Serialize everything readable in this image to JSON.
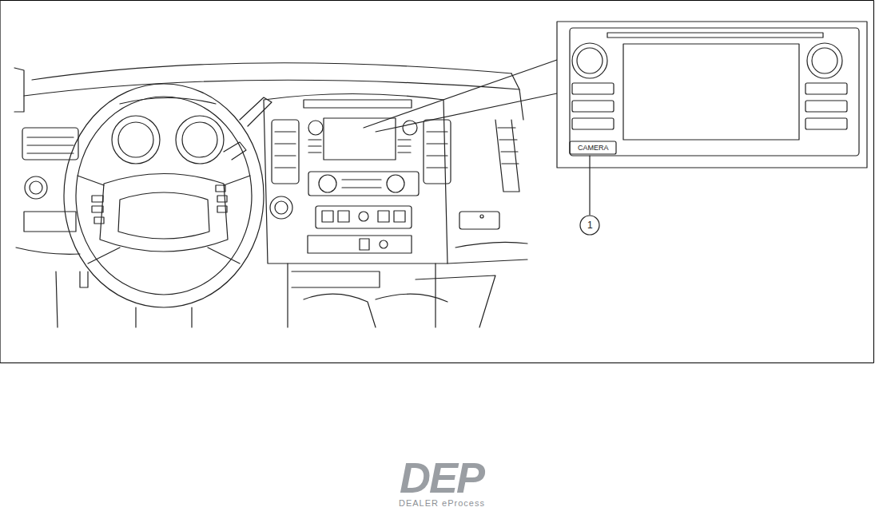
{
  "diagram": {
    "labels": [
      "CAMERA",
      "1",
      "DEP",
      "DEALER eProcess"
    ]
  }
}
